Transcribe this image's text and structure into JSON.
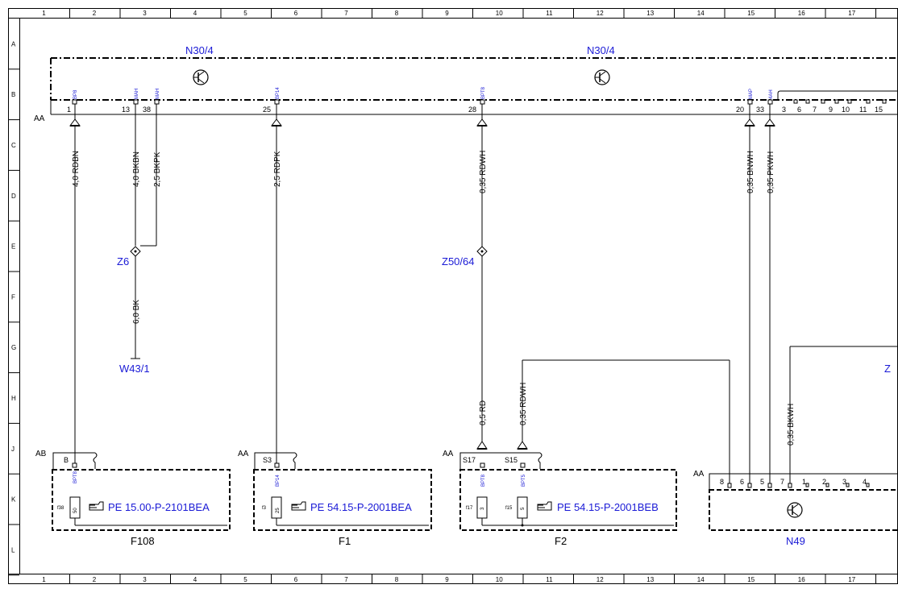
{
  "grid": {
    "columns": [
      "1",
      "2",
      "3",
      "4",
      "5",
      "6",
      "7",
      "8",
      "9",
      "10",
      "11",
      "12",
      "13",
      "14",
      "15",
      "16",
      "17"
    ],
    "rows": [
      "A",
      "B",
      "C",
      "D",
      "E",
      "F",
      "G",
      "H",
      "J",
      "K",
      "L"
    ]
  },
  "modules": {
    "n30_4_left": "N30/4",
    "n30_4_right": "N30/4",
    "n49": "N49",
    "z_partial": "Z"
  },
  "connectors": {
    "aa_top": "AA",
    "ab": "AB",
    "aa_f1": "AA",
    "aa_f2": "AA",
    "aa_n49": "AA"
  },
  "top_pins": [
    {
      "bp": "BP8",
      "num": "1",
      "wire": "4,0 RDBN"
    },
    {
      "bp": "MAH",
      "num": "13",
      "wire": "4,0 BKBN"
    },
    {
      "bp": "MAH",
      "num": "38",
      "wire": "2,5 BKPK"
    },
    {
      "bp": "BP14",
      "num": "25",
      "wire": "2,5 RDPK"
    },
    {
      "bp": "BPT8",
      "num": "28",
      "wire": "0,35 RDWH"
    },
    {
      "bp": "MAP",
      "num": "20",
      "wire": "0,35 BNWH"
    },
    {
      "bp": "4AH",
      "num": "33",
      "wire": "0,35 PKWH"
    }
  ],
  "top_right_pins": [
    "3",
    "6",
    "7",
    "9",
    "10",
    "11",
    "15"
  ],
  "splices": {
    "z6": "Z6",
    "z50_64": "Z50/64"
  },
  "ground": {
    "wire": "6,0 BK",
    "label": "W43/1"
  },
  "lower_wires": {
    "f2_s17": "0,5 RD",
    "f2_s15": "0,35 RDWH",
    "n49_bkwh": "0,35 BKWH"
  },
  "fuse_boxes": [
    {
      "name": "F108",
      "pin": "B",
      "bp": "BPT8",
      "fuse_id": "f38",
      "rating": "50",
      "ref": "PE 15.00-P-2101BEA"
    },
    {
      "name": "F1",
      "pin": "S3",
      "bp": "BP14",
      "fuse_id": "f3",
      "rating": "25",
      "ref": "PE 54.15-P-2001BEA"
    },
    {
      "name": "F2",
      "pin": "S17",
      "pin2": "S15",
      "bp": "BPT8",
      "bp2": "BPT5",
      "fuse_id": "f17",
      "rating": "3",
      "fuse_id2": "f15",
      "rating2": "5",
      "ref": "PE 54.15-P-2001BEB"
    }
  ],
  "n49_pins": [
    "8",
    "6",
    "5",
    "7",
    "1",
    "2",
    "3",
    "4"
  ]
}
